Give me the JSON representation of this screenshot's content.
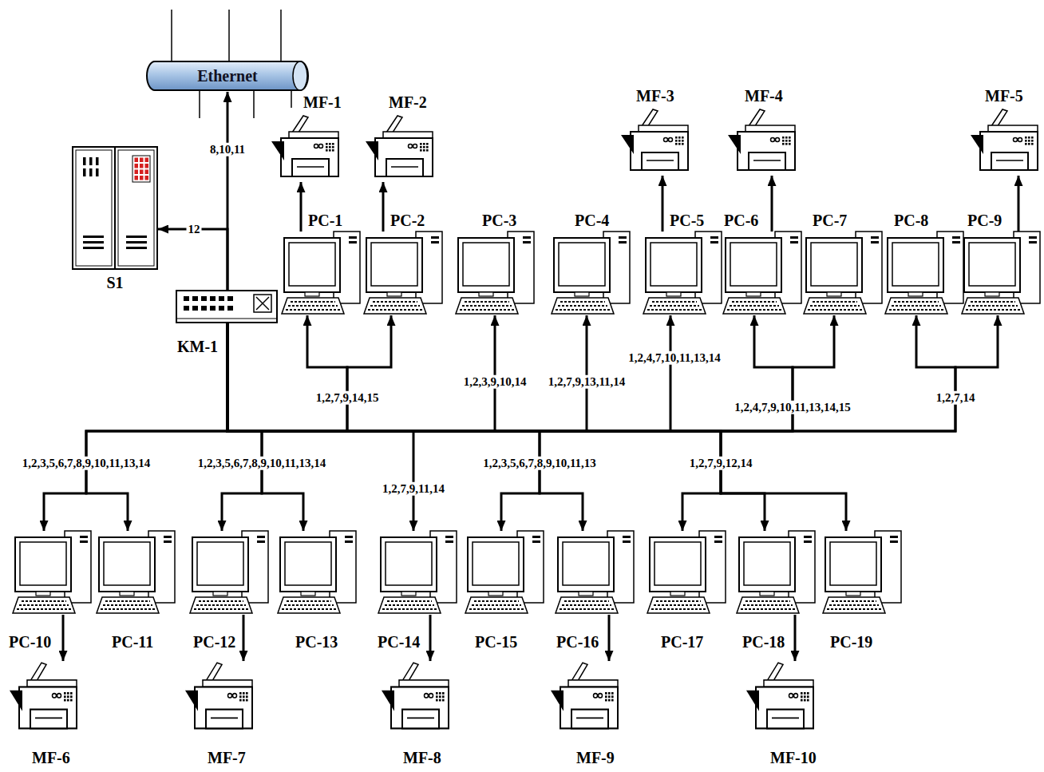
{
  "diagram": {
    "nodes": [
      {
        "text": [
          "Ethernet"
        ]
      },
      {
        "text": [
          "S1"
        ]
      },
      {
        "text": [
          "KM-1"
        ]
      },
      {
        "text": [
          "PC-1"
        ]
      },
      {
        "text": [
          "PC-2"
        ]
      },
      {
        "text": [
          "PC-3"
        ]
      },
      {
        "text": [
          "PC-4"
        ]
      },
      {
        "text": [
          "PC-5"
        ]
      },
      {
        "text": [
          "PC-6"
        ]
      },
      {
        "text": [
          "PC-7"
        ]
      },
      {
        "text": [
          "PC-8"
        ]
      },
      {
        "text": [
          "PC-9"
        ]
      },
      {
        "text": [
          "PC-10"
        ]
      },
      {
        "text": [
          "PC-11"
        ]
      },
      {
        "text": [
          "PC-12"
        ]
      },
      {
        "text": [
          "PC-13"
        ]
      },
      {
        "text": [
          "PC-14"
        ]
      },
      {
        "text": [
          "PC-15"
        ]
      },
      {
        "text": [
          "PC-16"
        ]
      },
      {
        "text": [
          "PC-17"
        ]
      },
      {
        "text": [
          "PC-18"
        ]
      },
      {
        "text": [
          "PC-19"
        ]
      },
      {
        "text": [
          "MF-1"
        ]
      },
      {
        "text": [
          "MF-2"
        ]
      },
      {
        "text": [
          "MF-3"
        ]
      },
      {
        "text": [
          "MF-4"
        ]
      },
      {
        "text": [
          "MF-5"
        ]
      },
      {
        "text": [
          "MF-6"
        ]
      },
      {
        "text": [
          "MF-7"
        ]
      },
      {
        "text": [
          "MF-8"
        ]
      },
      {
        "text": [
          "MF-9"
        ]
      },
      {
        "text": [
          "MF-10"
        ]
      }
    ],
    "edges": [
      {
        "from": 2,
        "to": 0,
        "label": "8,10,11",
        "arrow": "to"
      },
      {
        "from": 2,
        "to": 1,
        "label": "12",
        "arrow": "to"
      },
      {
        "from": 2,
        "to": 3,
        "label": "1,2,7,9,14,15",
        "arrow": "to"
      },
      {
        "from": 2,
        "to": 4,
        "arrow": "to"
      },
      {
        "from": 2,
        "to": 5,
        "label": "1,2,3,9,10,14",
        "arrow": "to"
      },
      {
        "from": 2,
        "to": 6,
        "label": "1,2,7,9,13,11,14",
        "arrow": "to"
      },
      {
        "from": 2,
        "to": 7,
        "label": "1,2,4,7,10,11,13,14",
        "arrow": "to"
      },
      {
        "from": 2,
        "to": 8,
        "label": "1,2,4,7,9,10,11,13,14,15",
        "arrow": "to"
      },
      {
        "from": 2,
        "to": 9,
        "arrow": "to"
      },
      {
        "from": 2,
        "to": 10,
        "label": "1,2,7,14",
        "arrow": "to"
      },
      {
        "from": 2,
        "to": 11,
        "arrow": "to"
      },
      {
        "from": 2,
        "to": 12,
        "label": "1,2,3,5,6,7,8,9,10,11,13,14",
        "arrow": "to"
      },
      {
        "from": 2,
        "to": 13,
        "arrow": "to"
      },
      {
        "from": 2,
        "to": 14,
        "label": "1,2,3,5,6,7,8,9,10,11,13,14",
        "arrow": "to"
      },
      {
        "from": 2,
        "to": 15,
        "arrow": "to"
      },
      {
        "from": 2,
        "to": 16,
        "label": "1,2,7,9,11,14",
        "arrow": "to"
      },
      {
        "from": 2,
        "to": 17,
        "label": "1,2,3,5,6,7,8,9,10,11,13",
        "arrow": "to"
      },
      {
        "from": 2,
        "to": 18,
        "arrow": "to"
      },
      {
        "from": 2,
        "to": 19,
        "label": "1,2,7,9,12,14",
        "arrow": "to"
      },
      {
        "from": 2,
        "to": 20,
        "arrow": "to"
      },
      {
        "from": 2,
        "to": 21,
        "arrow": "to"
      },
      {
        "from": 3,
        "to": 22,
        "arrow": "to"
      },
      {
        "from": 4,
        "to": 23,
        "arrow": "to"
      },
      {
        "from": 7,
        "to": 24,
        "arrow": "to"
      },
      {
        "from": 8,
        "to": 25,
        "arrow": "to"
      },
      {
        "from": 11,
        "to": 26,
        "arrow": "to"
      },
      {
        "from": 12,
        "to": 27,
        "arrow": "to"
      },
      {
        "from": 14,
        "to": 28,
        "arrow": "to"
      },
      {
        "from": 16,
        "to": 29,
        "arrow": "to"
      },
      {
        "from": 18,
        "to": 30,
        "arrow": "to"
      },
      {
        "from": 20,
        "to": 31,
        "arrow": "to"
      }
    ]
  }
}
